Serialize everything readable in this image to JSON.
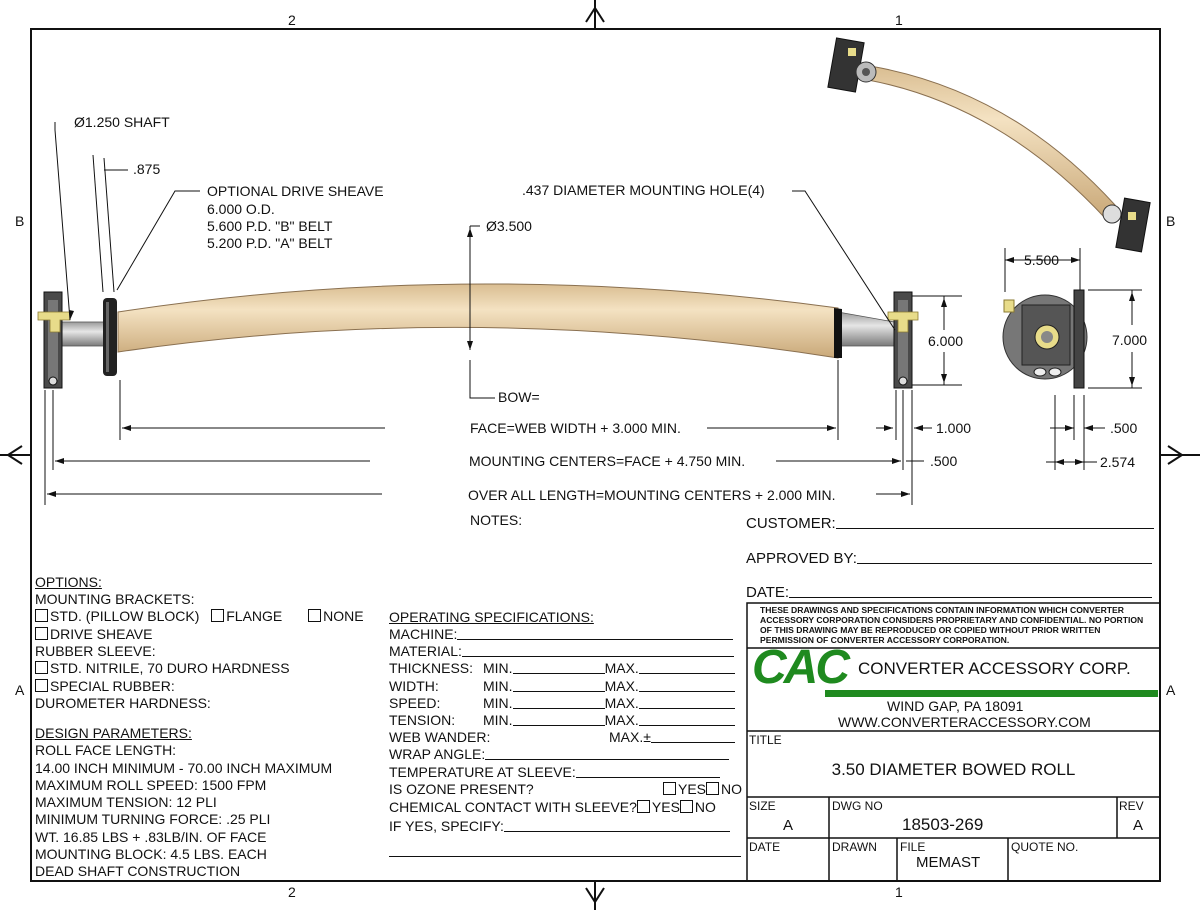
{
  "zones": {
    "top_left": "2",
    "top_right": "1",
    "bottom_left": "2",
    "bottom_right": "1",
    "side_upper": "B",
    "side_lower": "A"
  },
  "callouts": {
    "shaft": "Ø1.250 SHAFT",
    "dim_875": ".875",
    "sheave_title": "OPTIONAL DRIVE SHEAVE",
    "sheave_od": "6.000 O.D.",
    "sheave_b": "5.600 P.D. \"B\" BELT",
    "sheave_a": "5.200 P.D. \"A\" BELT",
    "diameter": "Ø3.500",
    "mounting_hole": ".437 DIAMETER MOUNTING HOLE(4)",
    "bow": "BOW=",
    "face": "FACE=WEB WIDTH + 3.000 MIN.",
    "mounting_centers": "MOUNTING CENTERS=FACE + 4.750 MIN.",
    "overall_length": "OVER ALL LENGTH=MOUNTING CENTERS + 2.000 MIN.",
    "dim_6000": "6.000",
    "dim_1000": "1.000",
    "dim_500a": ".500",
    "dim_5500": "5.500",
    "dim_7000": "7.000",
    "dim_500b": ".500",
    "dim_2574": "2.574",
    "notes": "NOTES:"
  },
  "options": {
    "heading": "OPTIONS:",
    "mounting_brackets": "MOUNTING BRACKETS:",
    "std_pillow": "STD. (PILLOW BLOCK)",
    "flange": "FLANGE",
    "none": "NONE",
    "drive_sheave": "DRIVE SHEAVE",
    "rubber_sleeve": "RUBBER SLEEVE:",
    "std_nitrile": "STD. NITRILE, 70 DURO HARDNESS",
    "special_rubber": "SPECIAL RUBBER:",
    "durometer": "DUROMETER HARDNESS:"
  },
  "design": {
    "heading": "DESIGN PARAMETERS:",
    "lines": [
      "ROLL FACE LENGTH:",
      "14.00 INCH MINIMUM - 70.00 INCH MAXIMUM",
      "MAXIMUM ROLL SPEED: 1500 FPM",
      "MAXIMUM TENSION: 12 PLI",
      "MINIMUM TURNING FORCE:  .25 PLI",
      "WT. 16.85 LBS + .83LB/IN. OF FACE",
      "MOUNTING BLOCK: 4.5 LBS. EACH",
      "DEAD SHAFT CONSTRUCTION"
    ]
  },
  "opspec": {
    "heading": "OPERATING SPECIFICATIONS:",
    "machine": "MACHINE:",
    "material": "MATERIAL:",
    "thickness": "THICKNESS:",
    "width": "WIDTH:",
    "speed": "SPEED:",
    "tension": "TENSION:",
    "web_wander": "WEB WANDER:",
    "min": "MIN.",
    "max": "MAX.",
    "pm": "±",
    "wrap_angle": "WRAP ANGLE:",
    "temperature": "TEMPERATURE AT SLEEVE:",
    "ozone": "IS OZONE PRESENT?",
    "chemical": "CHEMICAL CONTACT WITH SLEEVE?",
    "yes": "YES",
    "no": "NO",
    "if_yes": "IF YES, SPECIFY:"
  },
  "title_block": {
    "customer": "CUSTOMER:",
    "approved_by": "APPROVED BY:",
    "date": "DATE:",
    "disclaimer": "THESE DRAWINGS AND SPECIFICATIONS CONTAIN INFORMATION WHICH CONVERTER ACCESSORY CORPORATION CONSIDERS PROPRIETARY AND CONFIDENTIAL. NO PORTION OF THIS DRAWING MAY BE REPRODUCED OR COPIED WITHOUT PRIOR WRITTEN PERMISSION OF CONVERTER ACCESSORY CORPORATION.",
    "logo_text": "CAC",
    "company": "CONVERTER ACCESSORY CORP.",
    "location": "WIND GAP, PA 18091",
    "website": "WWW.CONVERTERACCESSORY.COM",
    "title_label": "TITLE",
    "title": "3.50 DIAMETER BOWED ROLL",
    "size_label": "SIZE",
    "size": "A",
    "dwg_label": "DWG NO",
    "dwg": "18503-269",
    "rev_label": "REV",
    "rev": "A",
    "date_label": "DATE",
    "drawn_label": "DRAWN",
    "file_label": "FILE",
    "file": "MEMAST",
    "quote_label": "QUOTE NO."
  },
  "colors": {
    "roll": "#e9cfa4",
    "logo_green": "#1f8a1f",
    "bracket": "#4a4a4a",
    "bolt": "#e8dc8a"
  }
}
